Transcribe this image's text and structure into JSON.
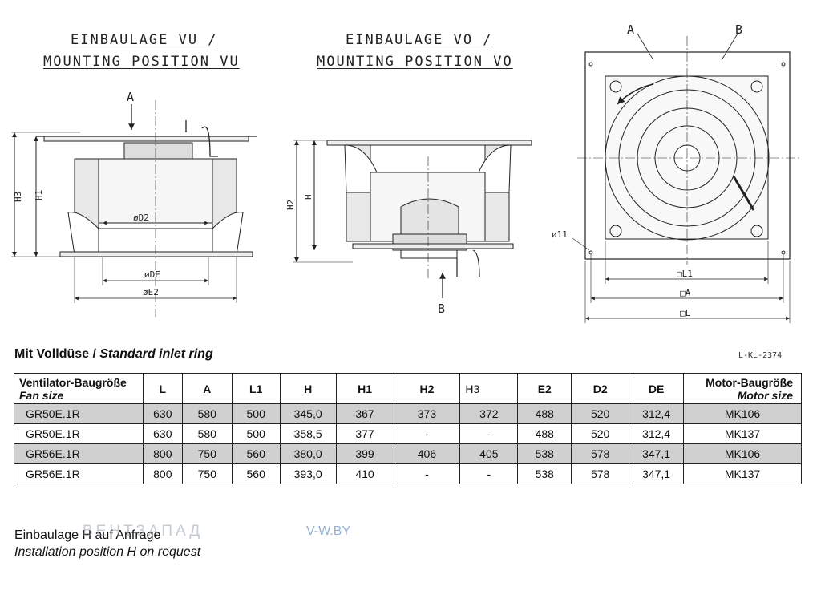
{
  "titles": {
    "vu_line1": "EINBAULAGE VU /",
    "vu_line2": "MOUNTING POSITION VU",
    "vo_line1": "EINBAULAGE VO /",
    "vo_line2": "MOUNTING POSITION VO"
  },
  "drawing_labels": {
    "arrow_a": "A",
    "arrow_b": "B",
    "h3": "H3",
    "h1": "H1",
    "h2": "H2",
    "h": "H",
    "d2": "øD2",
    "de": "øDE",
    "e2": "øE2",
    "hole": "ø11",
    "l1": "□L1",
    "a": "□A",
    "l": "□L",
    "plan_a": "A",
    "plan_b": "B"
  },
  "section_title": {
    "bold": "Mit Volldüse / ",
    "italic": "Standard inlet ring"
  },
  "drawing_code": "L-KL-2374",
  "table": {
    "header": {
      "fan_de": "Ventilator-Baugröße",
      "fan_en": "Fan size",
      "cols": [
        "L",
        "A",
        "L1",
        "H",
        "H1",
        "H2",
        "H3",
        "E2",
        "D2",
        "DE"
      ],
      "motor_de": "Motor-Baugröße",
      "motor_en": "Motor size"
    },
    "rows": [
      {
        "cells": [
          "GR50E.1R",
          "630",
          "580",
          "500",
          "345,0",
          "367",
          "373",
          "372",
          "488",
          "520",
          "312,4",
          "MK106"
        ]
      },
      {
        "cells": [
          "GR50E.1R",
          "630",
          "580",
          "500",
          "358,5",
          "377",
          "-",
          "-",
          "488",
          "520",
          "312,4",
          "MK137"
        ]
      },
      {
        "cells": [
          "GR56E.1R",
          "800",
          "750",
          "560",
          "380,0",
          "399",
          "406",
          "405",
          "538",
          "578",
          "347,1",
          "MK106"
        ]
      },
      {
        "cells": [
          "GR56E.1R",
          "800",
          "750",
          "560",
          "393,0",
          "410",
          "-",
          "-",
          "538",
          "578",
          "347,1",
          "MK137"
        ]
      }
    ]
  },
  "note": {
    "de": "Einbaulage H auf Anfrage",
    "en": "Installation position H on request"
  },
  "watermark": {
    "text": "ВЕНТЗАПАД",
    "url": "V-W.BY"
  }
}
